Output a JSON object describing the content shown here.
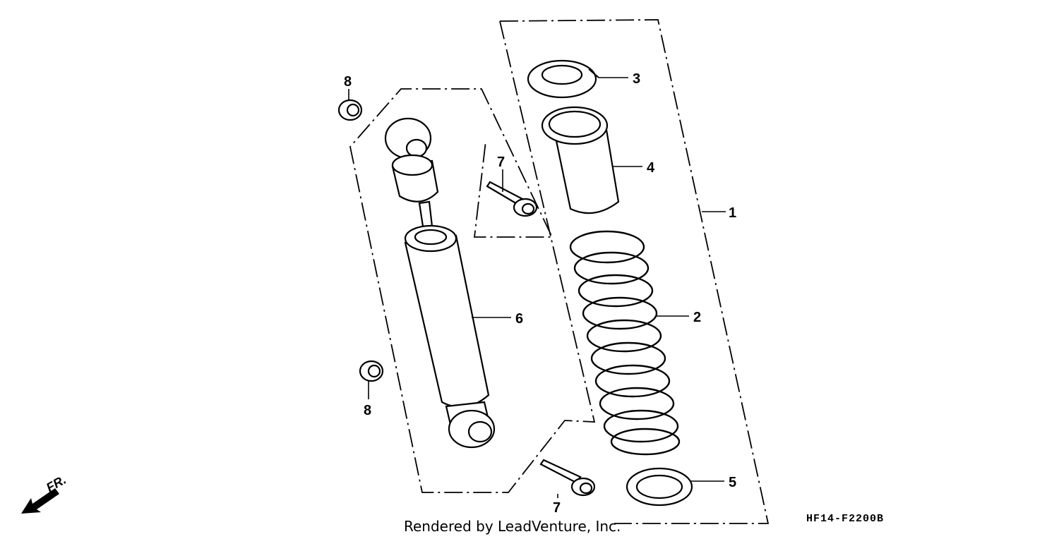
{
  "diagram": {
    "drawing_code": "HF14-F2200B",
    "credit": "Rendered by LeadVenture, Inc.",
    "direction_label": "FR.",
    "callouts": [
      {
        "id": "1",
        "label": "1"
      },
      {
        "id": "2",
        "label": "2"
      },
      {
        "id": "3",
        "label": "3"
      },
      {
        "id": "4",
        "label": "4"
      },
      {
        "id": "5",
        "label": "5"
      },
      {
        "id": "6",
        "label": "6"
      },
      {
        "id": "7a",
        "label": "7"
      },
      {
        "id": "7b",
        "label": "7"
      },
      {
        "id": "8a",
        "label": "8"
      },
      {
        "id": "8b",
        "label": "8"
      }
    ]
  }
}
